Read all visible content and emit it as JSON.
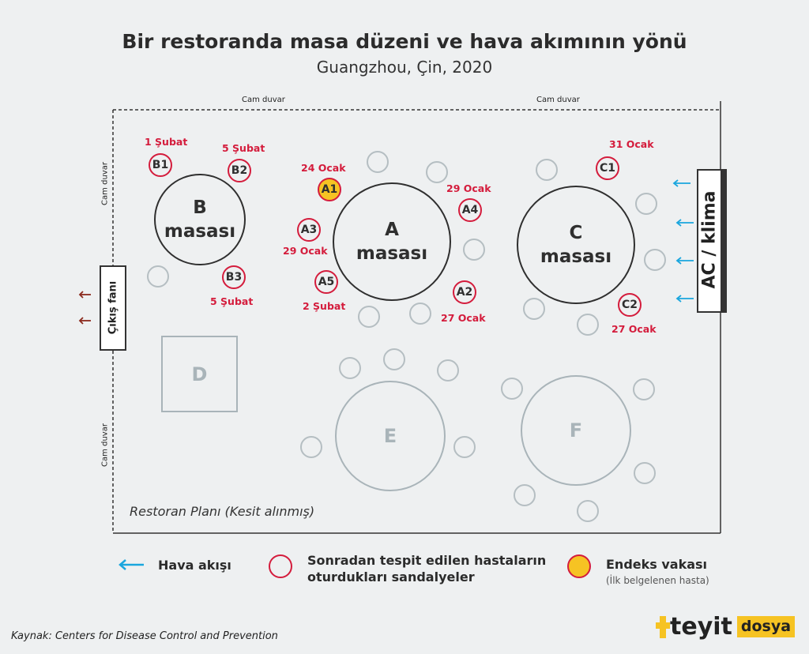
{
  "header": {
    "title": "Bir restoranda masa düzeni ve hava akımının yönü",
    "subtitle": "Guangzhou, Çin, 2020"
  },
  "walls": {
    "top_left": "Cam duvar",
    "top_right": "Cam duvar",
    "left_top": "Cam duvar",
    "left_bottom": "Cam duvar"
  },
  "tables": {
    "A": {
      "line1": "A",
      "line2": "masası"
    },
    "B": {
      "line1": "B",
      "line2": "masası"
    },
    "C": {
      "line1": "C",
      "line2": "masası"
    },
    "D": "D",
    "E": "E",
    "F": "F"
  },
  "patients": {
    "A1": {
      "label": "A1",
      "date": "24 Ocak",
      "index_case": true
    },
    "A2": {
      "label": "A2",
      "date": "27 Ocak"
    },
    "A3": {
      "label": "A3",
      "date": "29 Ocak"
    },
    "A4": {
      "label": "A4",
      "date": "29 Ocak"
    },
    "A5": {
      "label": "A5",
      "date": "2 Şubat"
    },
    "B1": {
      "label": "B1",
      "date": "1 Şubat"
    },
    "B2": {
      "label": "B2",
      "date": "5 Şubat"
    },
    "B3": {
      "label": "B3",
      "date": "5 Şubat"
    },
    "C1": {
      "label": "C1",
      "date": "31 Ocak"
    },
    "C2": {
      "label": "C2",
      "date": "27 Ocak"
    }
  },
  "devices": {
    "ac": "AC / klima",
    "fan": "Çıkış fanı"
  },
  "plan_label": "Restoran Planı (Kesit alınmış)",
  "legend": {
    "airflow": "Hava akışı",
    "patients_line1": "Sonradan tespit edilen hastaların",
    "patients_line2": "oturdukları sandalyeler",
    "index_title": "Endeks vakası",
    "index_sub": "(İlk belgelenen hasta)"
  },
  "source": "Kaynak: Centers for Disease Control and Prevention",
  "logo": {
    "brand": "teyit",
    "tag": "dosya"
  },
  "colors": {
    "patient_ring": "#d41c3c",
    "index_fill": "#f6c323",
    "airflow_arrow": "#1aa6de",
    "exhaust_arrow": "#8b2a1e",
    "empty_chair": "#b5bec2"
  }
}
